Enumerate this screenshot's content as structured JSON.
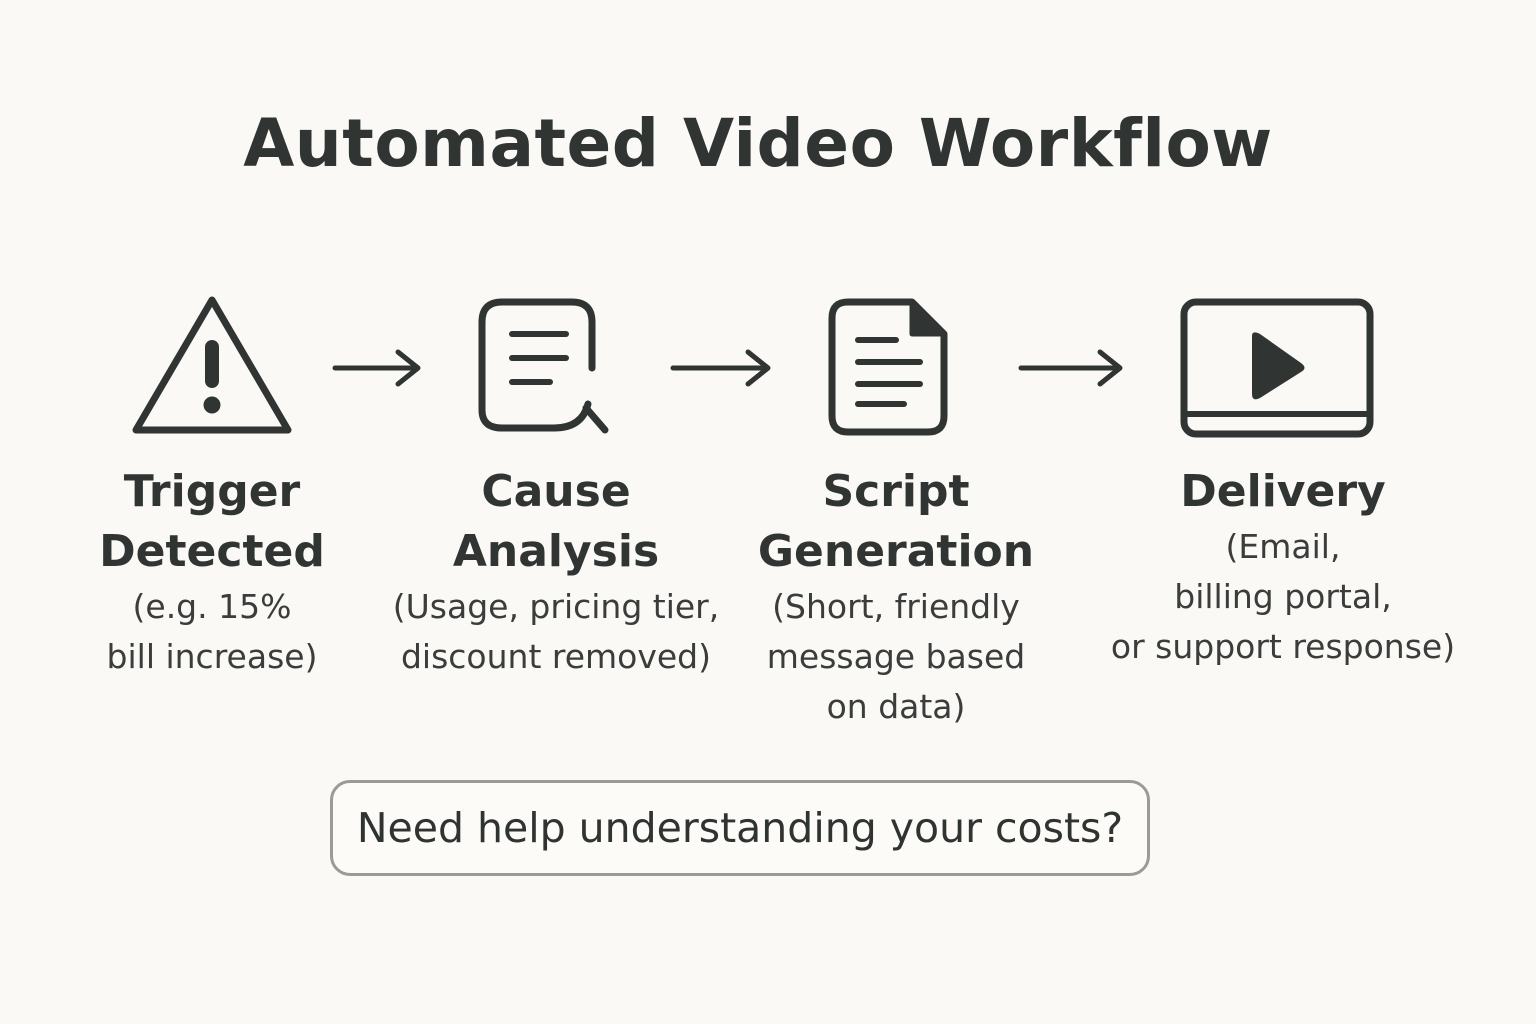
{
  "title": "Automated Video Workflow",
  "steps": [
    {
      "icon": "warning-icon",
      "title_lines": [
        "Trigger",
        "Detected"
      ],
      "desc_lines": [
        "(e.g. 15%",
        "bill increase)"
      ]
    },
    {
      "icon": "document-search-icon",
      "title_lines": [
        "Cause",
        "Analysis"
      ],
      "desc_lines": [
        "(Usage, pricing tier,",
        "discount removed)"
      ]
    },
    {
      "icon": "script-document-icon",
      "title_lines": [
        "Script",
        "Generation"
      ],
      "desc_lines": [
        "(Short, friendly",
        "message based",
        "on data)"
      ]
    },
    {
      "icon": "video-play-icon",
      "title_lines": [
        "Delivery"
      ],
      "desc_lines": [
        "(Email,",
        "billing portal,",
        "or support response)"
      ]
    }
  ],
  "cta_label": "Need help understanding your costs?"
}
